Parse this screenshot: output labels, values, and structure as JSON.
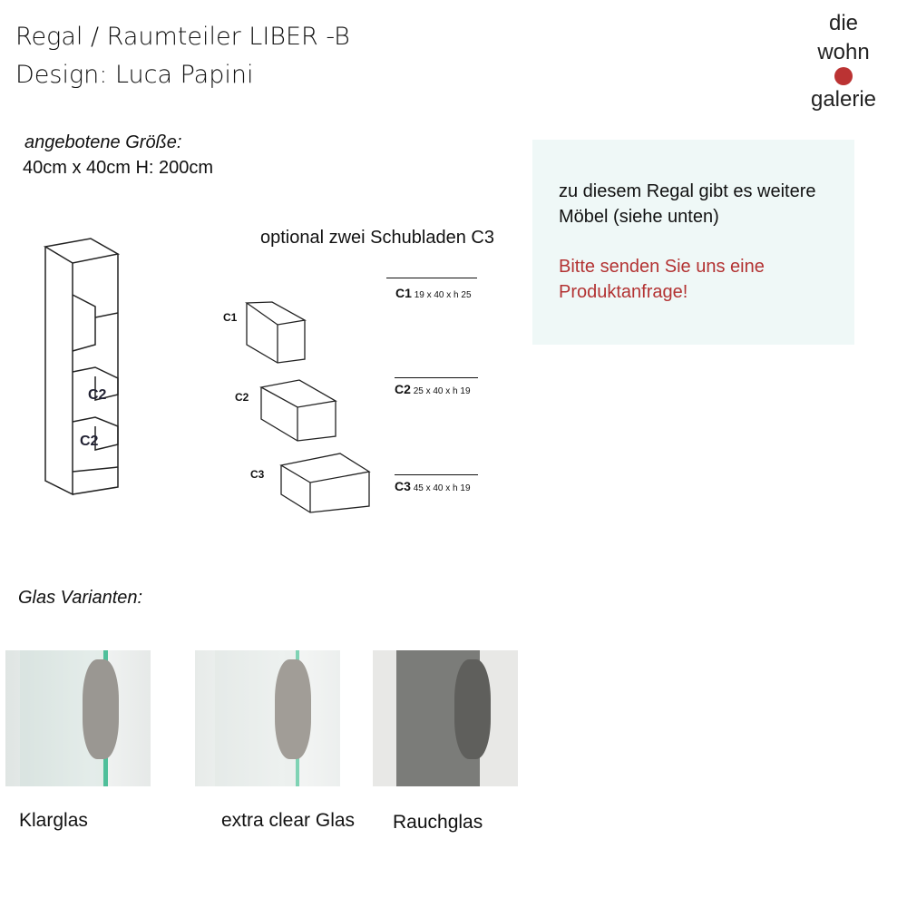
{
  "header": {
    "title": "Regal / Raumteiler LIBER -B",
    "designer": "Design: Luca Papini"
  },
  "logo": {
    "line1": "die",
    "line2": "wohn",
    "line3": "galerie"
  },
  "size": {
    "label": "angebotene Größe:",
    "value": "40cm x 40cm H: 200cm"
  },
  "drawers": {
    "heading": "optional zwei Schubladen C3",
    "shelf_labels": [
      "C2",
      "C2"
    ],
    "items": [
      {
        "code": "C1",
        "dims": "19 x 40 x h 25"
      },
      {
        "code": "C2",
        "dims": "25 x 40 x h 19"
      },
      {
        "code": "C3",
        "dims": "45 x 40 x h 19"
      }
    ]
  },
  "note": {
    "text": "zu diesem Regal gibt es weitere Möbel (siehe unten)",
    "cta": "Bitte senden Sie uns eine Produktanfrage!",
    "accent": "#b33333"
  },
  "glass": {
    "heading": "Glas Varianten:",
    "variants": [
      {
        "label": "Klarglas"
      },
      {
        "label": "extra clear Glas"
      },
      {
        "label": "Rauchglas"
      }
    ]
  }
}
